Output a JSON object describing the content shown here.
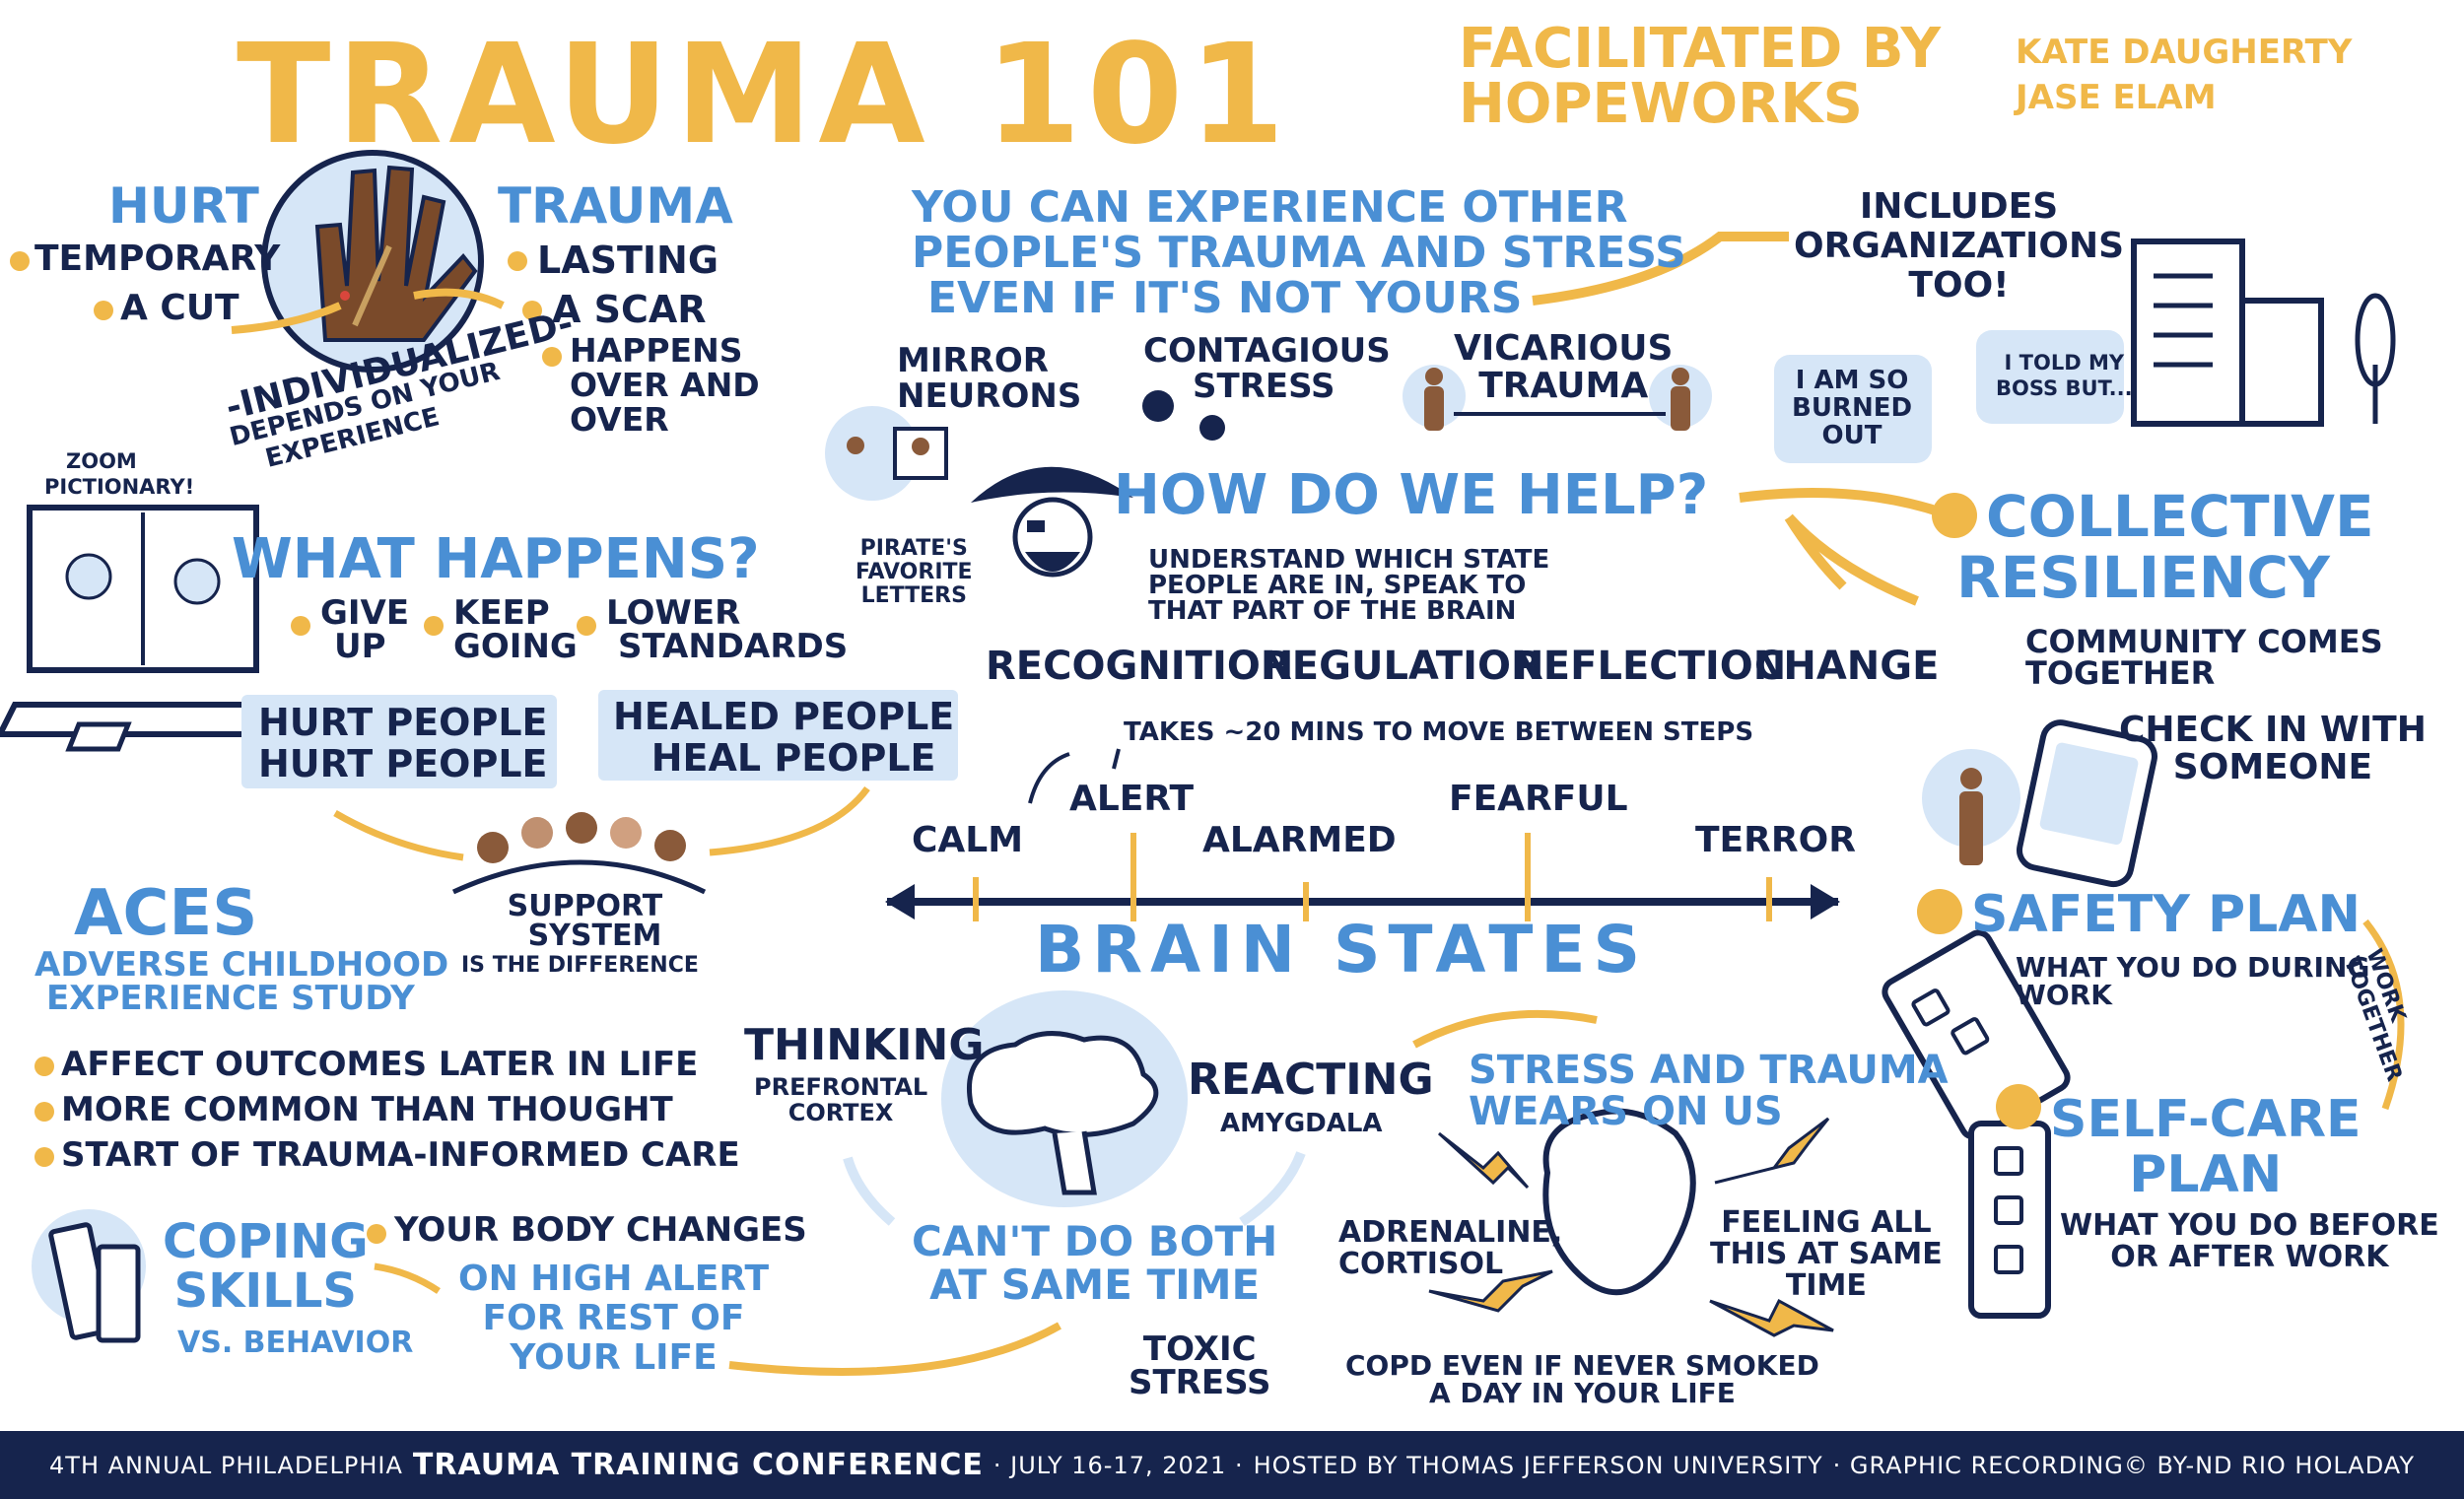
{
  "title": {
    "main": "TRAUMA 101",
    "facilitated": [
      "FACILITATED BY",
      "HOPEWORKS"
    ],
    "people": [
      "KATE DAUGHERTY",
      "JASE ELAM"
    ]
  },
  "hurt_trauma": {
    "hurt": "HURT",
    "hurt_items": [
      "TEMPORARY",
      "A CUT"
    ],
    "trauma": "TRAUMA",
    "trauma_items": [
      "LASTING",
      "A SCAR",
      "HAPPENS",
      "OVER AND",
      "OVER"
    ],
    "individualized": "-INDIVIDUALIZED-",
    "depends": [
      "DEPENDS ON YOUR",
      "EXPERIENCE"
    ]
  },
  "zoom": {
    "label": [
      "ZOOM",
      "PICTIONARY!"
    ]
  },
  "what_happens": {
    "title": "WHAT HAPPENS?",
    "items": [
      [
        "GIVE",
        "UP"
      ],
      [
        "KEEP",
        "GOING"
      ],
      [
        "LOWER",
        "STANDARDS"
      ]
    ],
    "hurt_people": [
      "HURT PEOPLE",
      "HURT PEOPLE"
    ],
    "healed_people": [
      "HEALED PEOPLE",
      "HEAL PEOPLE"
    ],
    "support": [
      "SUPPORT",
      "SYSTEM",
      "IS THE DIFFERENCE"
    ]
  },
  "aces": {
    "title": "ACES",
    "subtitle": [
      "ADVERSE CHILDHOOD",
      "EXPERIENCE STUDY"
    ],
    "items": [
      "AFFECT OUTCOMES LATER IN LIFE",
      "MORE COMMON THAN THOUGHT",
      "START OF TRAUMA-INFORMED CARE"
    ]
  },
  "coping": {
    "title": [
      "COPING",
      "SKILLS"
    ],
    "vs": "VS. BEHAVIOR",
    "body": "YOUR BODY CHANGES",
    "alert": [
      "ON HIGH ALERT",
      "FOR REST OF",
      "YOUR LIFE"
    ]
  },
  "other_trauma": {
    "text": [
      "YOU CAN EXPERIENCE OTHER",
      "PEOPLE'S TRAUMA AND STRESS",
      "EVEN IF IT'S NOT YOURS"
    ],
    "mirror": [
      "MIRROR",
      "NEURONS"
    ],
    "contagious": [
      "CONTAGIOUS",
      "STRESS"
    ],
    "vicarious": [
      "VICARIOUS",
      "TRAUMA"
    ],
    "includes": [
      "INCLUDES",
      "ORGANIZATIONS",
      "TOO!"
    ],
    "burned": [
      "I AM SO",
      "BURNED",
      "OUT"
    ],
    "boss": [
      "I TOLD MY",
      "BOSS BUT..."
    ]
  },
  "help": {
    "pirate": [
      "PIRATE'S",
      "FAVORITE",
      "LETTERS"
    ],
    "title": "HOW DO WE HELP?",
    "understand": [
      "UNDERSTAND WHICH STATE",
      "PEOPLE ARE IN, SPEAK TO",
      "THAT PART OF THE BRAIN"
    ],
    "steps": [
      "RECOGNITION",
      "REGULATION",
      "REFLECTION",
      "CHANGE"
    ]
  },
  "brain_states": {
    "takes": "TAKES ~20 MINS TO MOVE BETWEEN STEPS",
    "states": [
      "CALM",
      "ALERT",
      "ALARMED",
      "FEARFUL",
      "TERROR"
    ],
    "title": "BRAIN STATES"
  },
  "brain": {
    "thinking": "THINKING",
    "prefrontal": [
      "PREFRONTAL",
      "CORTEX"
    ],
    "reacting": "REACTING",
    "amygdala": "AMYGDALA",
    "cant": [
      "CAN'T DO BOTH",
      "AT SAME TIME"
    ],
    "toxic": [
      "TOXIC",
      "STRESS"
    ]
  },
  "stress": {
    "title": [
      "STRESS AND TRAUMA",
      "WEARS ON US"
    ],
    "adrenaline": [
      "ADRENALINE,",
      "CORTISOL"
    ],
    "feeling": [
      "FEELING ALL",
      "THIS AT SAME",
      "TIME"
    ],
    "copd": [
      "COPD EVEN IF NEVER SMOKED",
      "A DAY IN YOUR LIFE"
    ]
  },
  "resiliency": {
    "title": [
      "COLLECTIVE",
      "RESILIENCY"
    ],
    "community": [
      "COMMUNITY COMES",
      "TOGETHER"
    ],
    "check": [
      "CHECK IN WITH",
      "SOMEONE"
    ],
    "safety": "SAFETY PLAN",
    "safety_desc": [
      "WHAT YOU DO DURING",
      "WORK"
    ],
    "work_together": [
      "WORK",
      "TOGETHER"
    ],
    "selfcare": [
      "SELF-CARE",
      "PLAN"
    ],
    "selfcare_desc": [
      "WHAT YOU DO BEFORE",
      "OR AFTER WORK"
    ]
  },
  "footer": {
    "a": "4TH ANNUAL PHILADELPHIA",
    "b": "TRAUMA TRAINING CONFERENCE",
    "c": "· JULY 16-17, 2021 ·",
    "d": "HOSTED BY THOMAS JEFFERSON UNIVERSITY",
    "e": "· GRAPHIC RECORDING© BY-ND RIO HOLADAY"
  },
  "colors": {
    "navy": "#16244d",
    "blue": "#4a8fd4",
    "gold": "#f0b849",
    "lightblue": "#d6e6f7"
  }
}
